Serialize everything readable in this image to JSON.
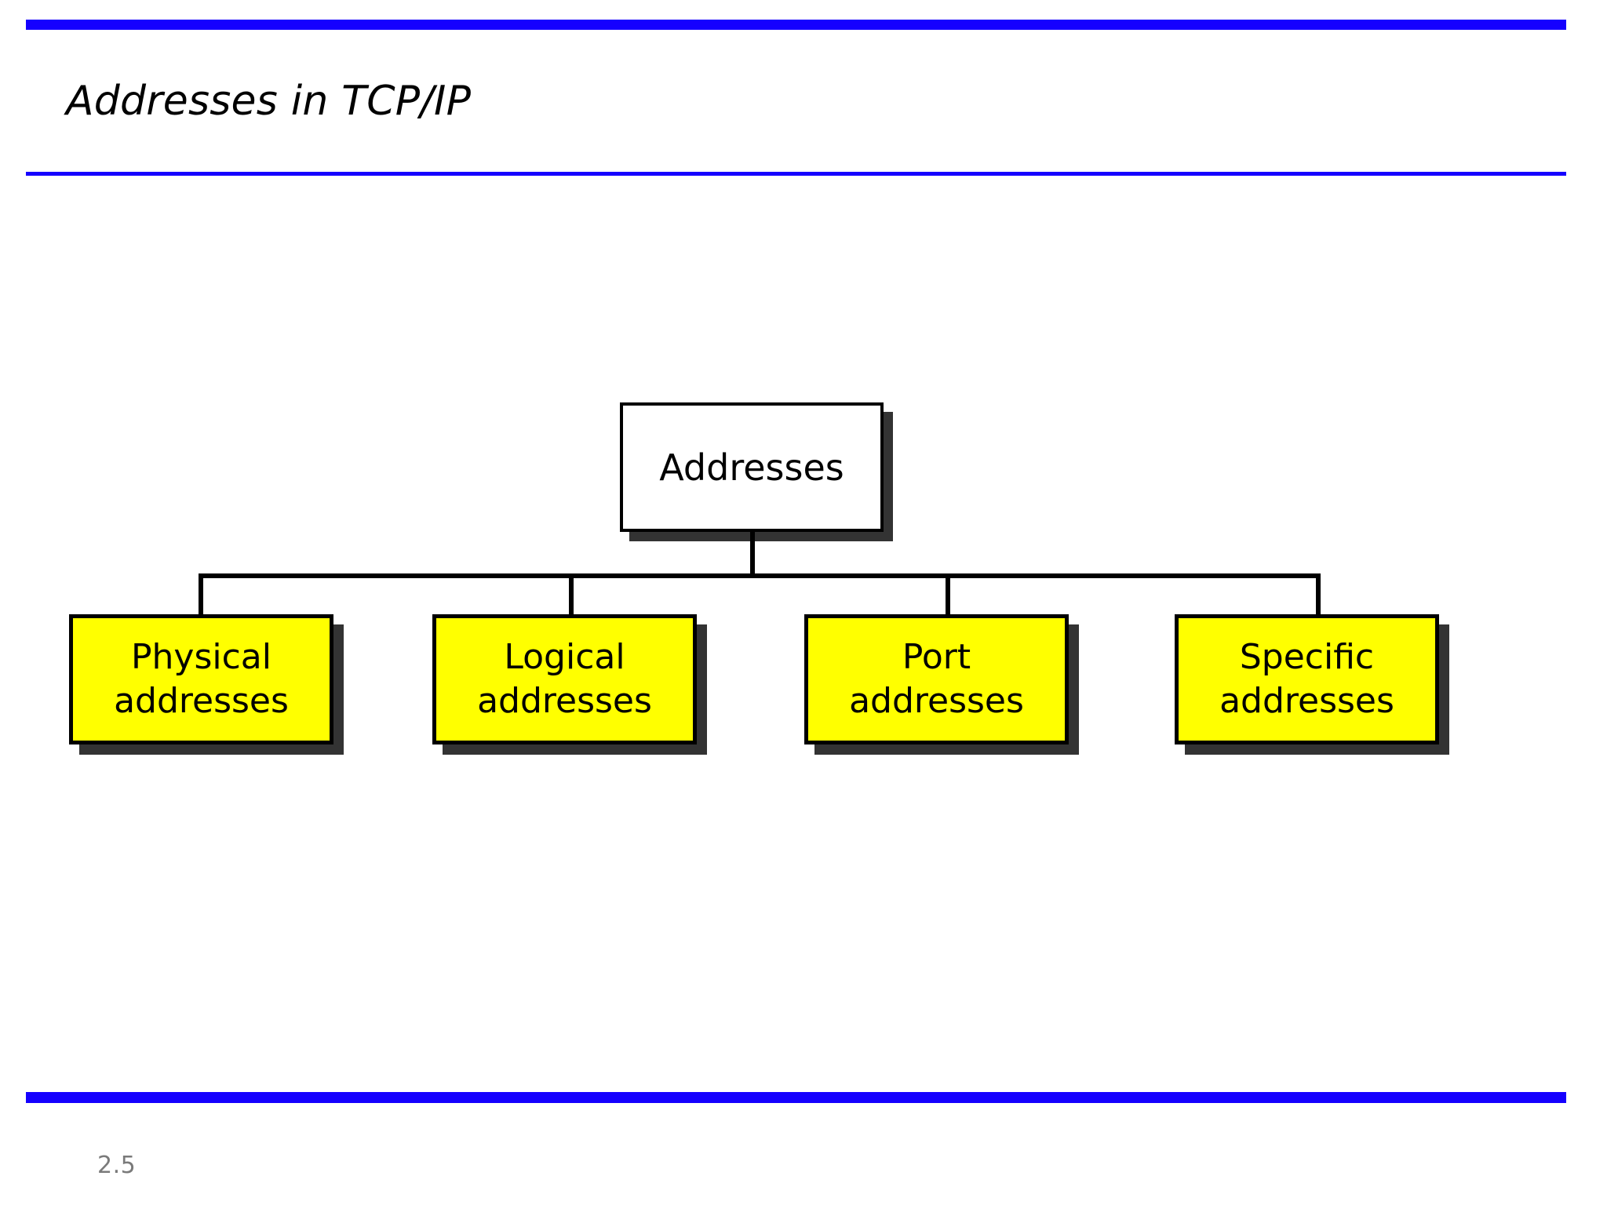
{
  "slide": {
    "title": "Addresses in TCP/IP",
    "page_number": "2.5",
    "accent_color": "#1500ff",
    "background_color": "#ffffff",
    "page_number_color": "#7a7a7a"
  },
  "diagram": {
    "type": "tree",
    "root": {
      "label": "Addresses",
      "fill": "#ffffff",
      "border": "#000000",
      "shadow": "#333333"
    },
    "children": [
      {
        "id": "physical",
        "label": "Physical\naddresses",
        "line1": "Physical",
        "line2": "addresses",
        "fill": "#ffff00",
        "border": "#000000",
        "shadow": "#333333"
      },
      {
        "id": "logical",
        "label": "Logical\naddresses",
        "line1": "Logical",
        "line2": "addresses",
        "fill": "#ffff00",
        "border": "#000000",
        "shadow": "#333333"
      },
      {
        "id": "port",
        "label": "Port\naddresses",
        "line1": "Port",
        "line2": "addresses",
        "fill": "#ffff00",
        "border": "#000000",
        "shadow": "#333333"
      },
      {
        "id": "specific",
        "label": "Specific\naddresses",
        "line1": "Specific",
        "line2": "addresses",
        "fill": "#ffff00",
        "border": "#000000",
        "shadow": "#333333"
      }
    ]
  }
}
